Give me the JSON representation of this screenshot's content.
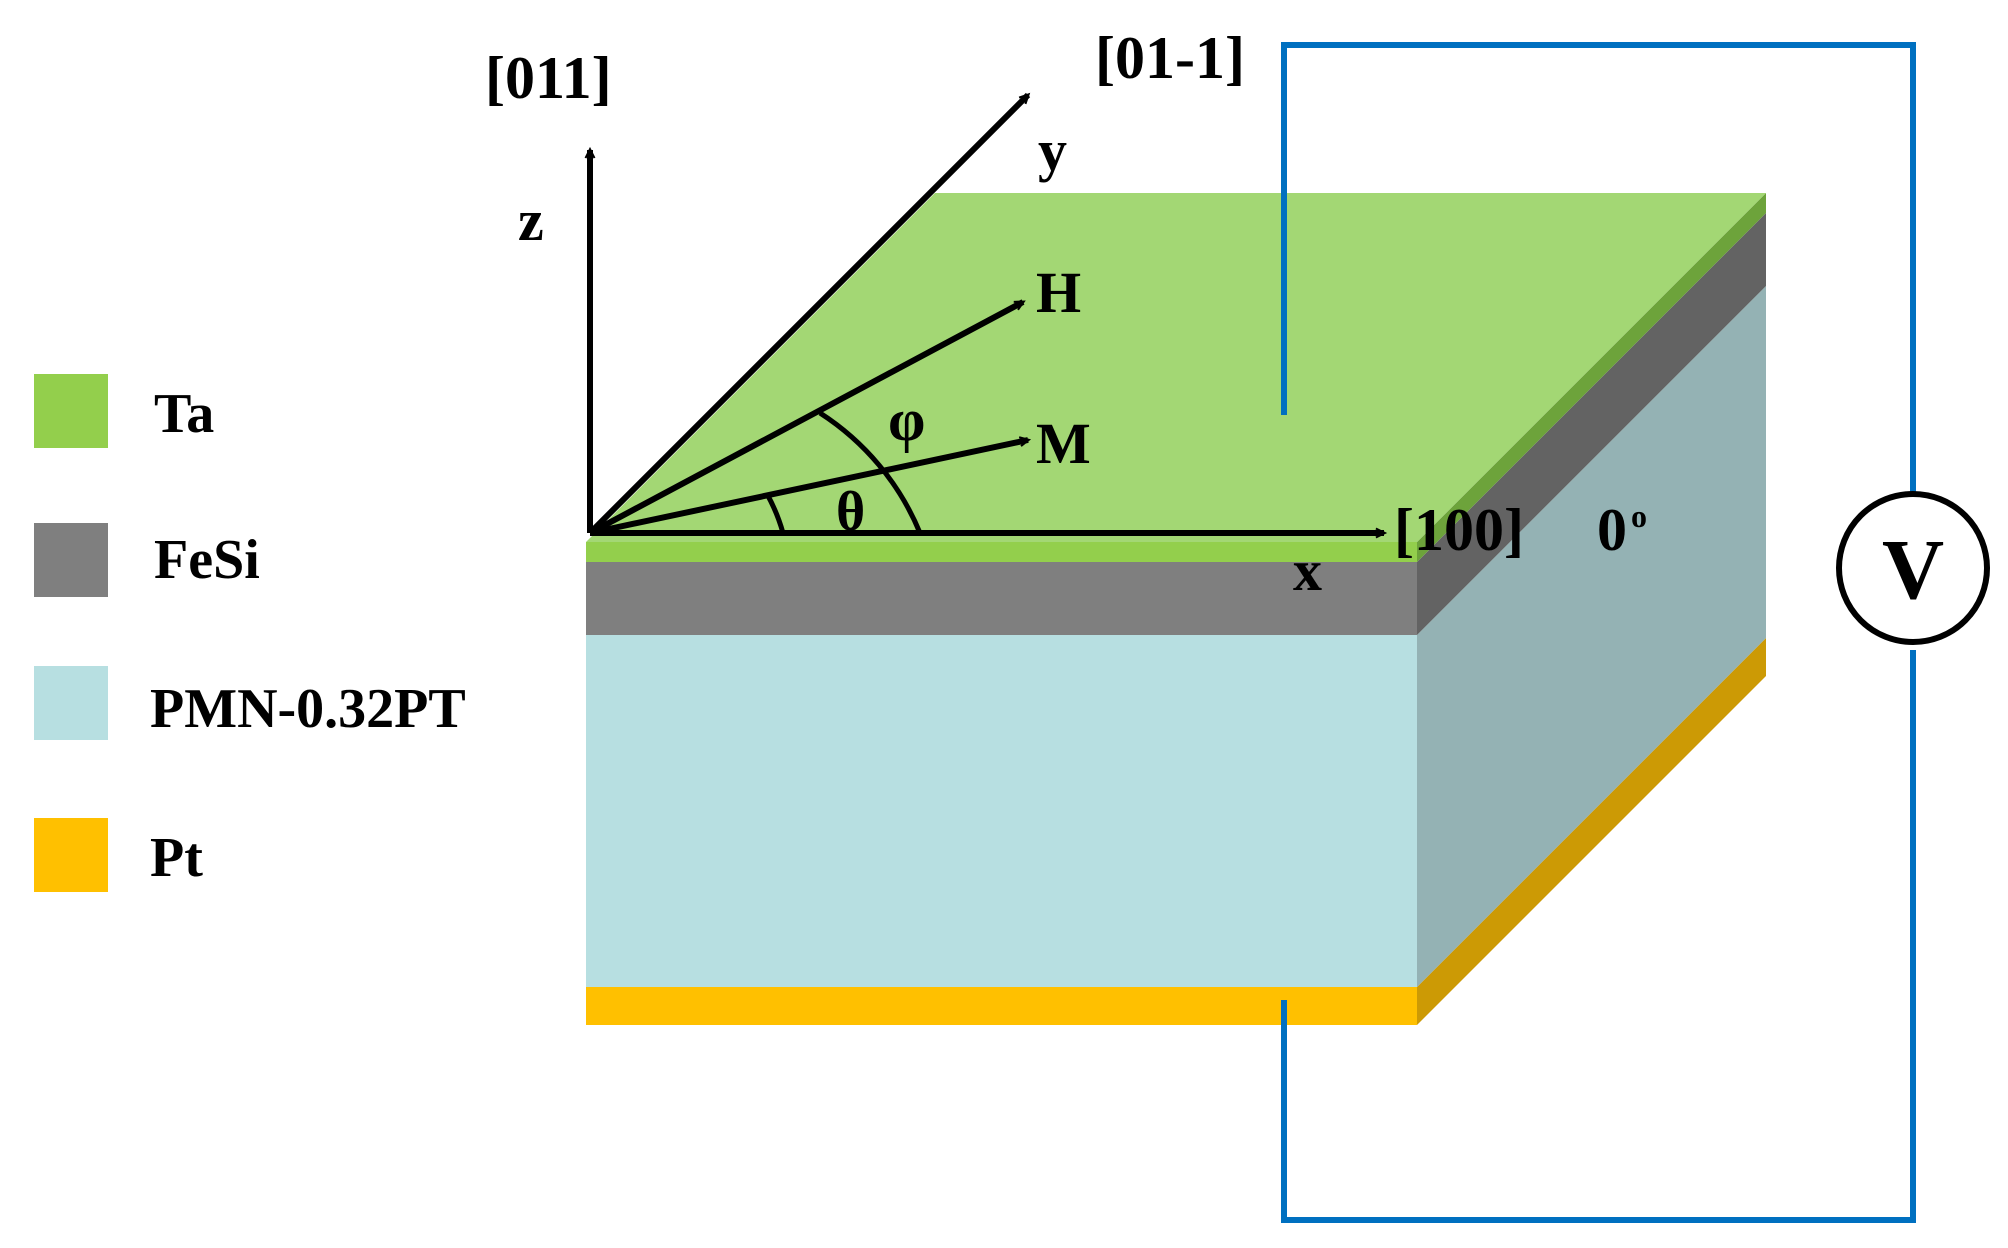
{
  "colors": {
    "ta": "#93cf4c",
    "ta_top": "#a3d774",
    "ta_side": "#6da33b",
    "fesi": "#7f7f7f",
    "fesi_side": "#636363",
    "pmn": "#b7dfe1",
    "pmn_side": "#94b2b4",
    "pt": "#ffc000",
    "pt_side": "#cc9a05",
    "wire": "#0070c0",
    "ink": "#000000"
  },
  "legend": [
    {
      "name": "Ta",
      "color_key": "ta"
    },
    {
      "name": "FeSi",
      "color_key": "fesi"
    },
    {
      "name": "PMN-0.32PT",
      "color_key": "pmn"
    },
    {
      "name": "Pt",
      "color_key": "pt"
    }
  ],
  "axes": {
    "z_direction": "[011]",
    "z_label": "z",
    "y_direction": "[01-1]",
    "y_label": "y",
    "x_direction": "[100]",
    "x_label": "x",
    "x_angle": "0",
    "x_angle_unit": "o"
  },
  "vectors": {
    "field": "H",
    "magnetization": "M",
    "field_angle": "φ",
    "magnetization_angle": "θ"
  },
  "voltmeter": {
    "symbol": "V"
  }
}
